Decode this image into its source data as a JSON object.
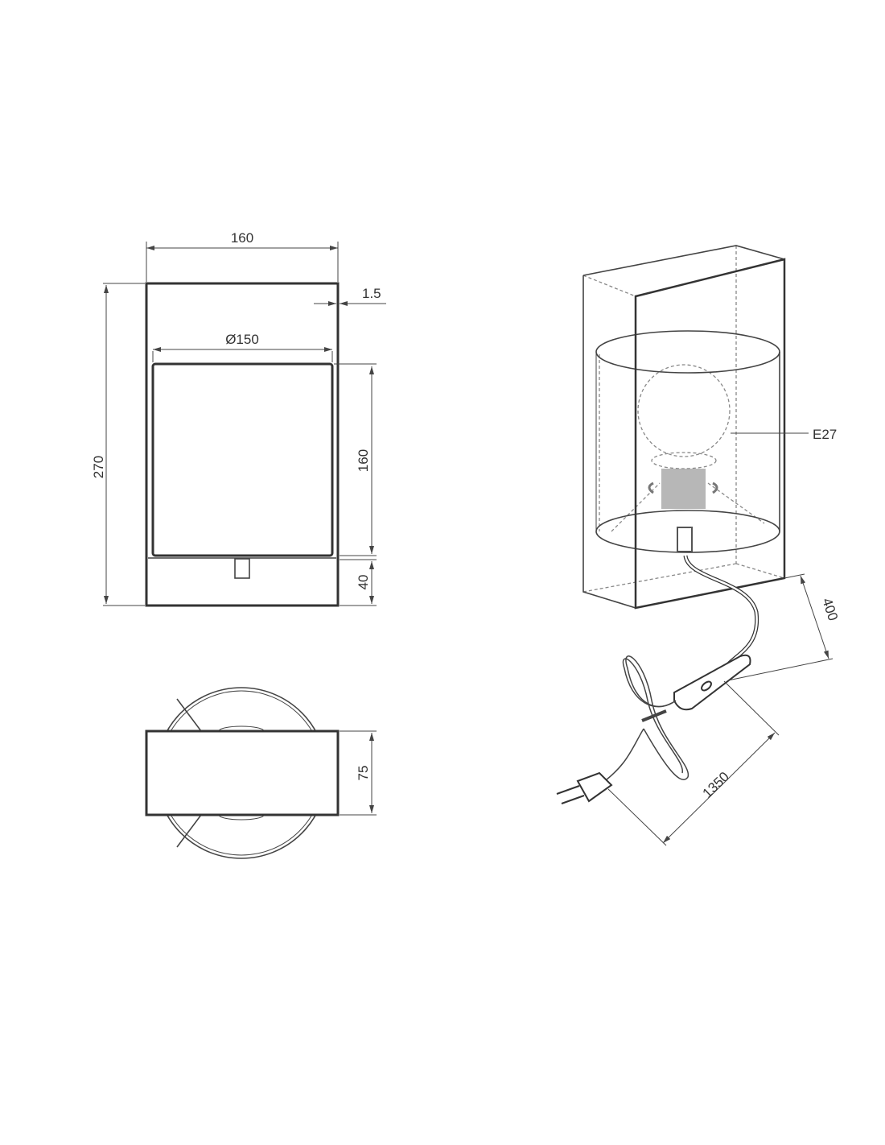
{
  "front_view": {
    "width_label": "160",
    "thickness_label": "1.5",
    "shade_diameter_label": "Ø150",
    "height_label": "270",
    "shade_height_label": "160",
    "base_height_label": "40"
  },
  "top_view": {
    "depth_label": "75"
  },
  "perspective_view": {
    "socket_label": "E27",
    "cord_to_switch_label": "400",
    "cord_total_label": "1350"
  }
}
